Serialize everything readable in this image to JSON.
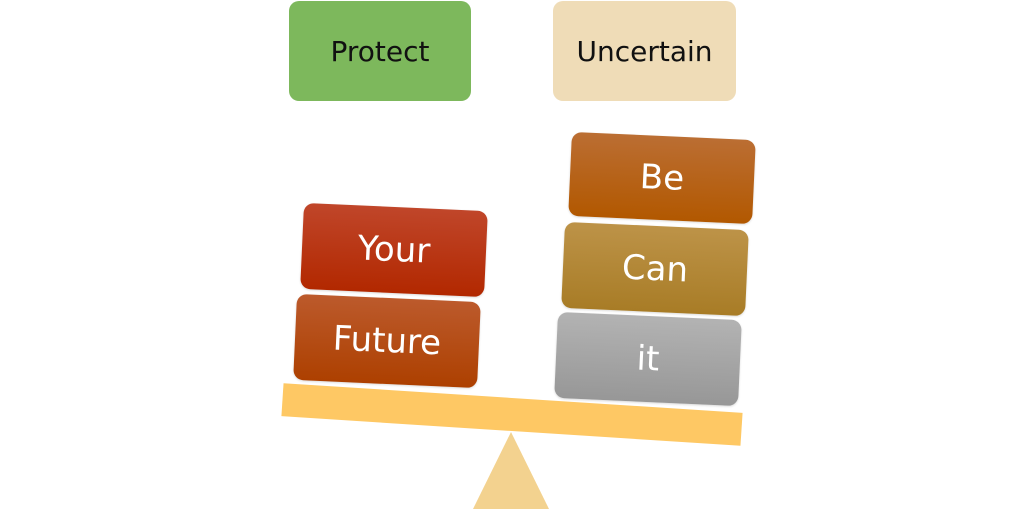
{
  "diagram": {
    "type": "balance-scale",
    "top_labels": [
      {
        "text": "Protect",
        "color": "#7db85c"
      },
      {
        "text": "Uncertain",
        "color": "#efdcb7"
      }
    ],
    "left_pan": {
      "blocks": [
        {
          "text": "Your",
          "color": "#b83a18"
        },
        {
          "text": "Future",
          "color": "#b24a14"
        }
      ]
    },
    "right_pan": {
      "blocks": [
        {
          "text": "Be",
          "color": "#b3621a"
        },
        {
          "text": "Can",
          "color": "#b0873a"
        },
        {
          "text": "it",
          "color": "#a5a5a5"
        }
      ]
    },
    "plank_color": "#fec864",
    "fulcrum_color": "#f3d28f"
  }
}
